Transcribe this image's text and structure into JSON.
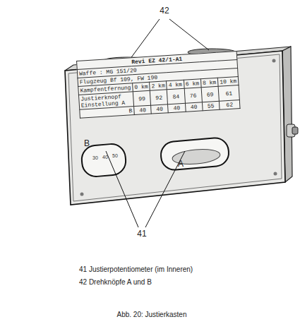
{
  "diagram": {
    "caption": "Abb. 20: Justierkasten",
    "labels": [
      "42",
      "Revi EZ 42/1-A1",
      "Waffe : MG 151/20",
      "Flugzeug Bf 109, FW 190",
      "Kampfentfernung",
      "0 km",
      "2 km",
      "4 km",
      "6 km",
      "8 km",
      "10 km",
      "Justierknopf",
      "Einstellung A",
      "99",
      "92",
      "84",
      "76",
      "69",
      "61",
      "B",
      "40",
      "40",
      "40",
      "40",
      "55",
      "62",
      "B",
      "30",
      "40",
      "50",
      "A",
      "41",
      "41 Justierpotentiometer (im Inneren)",
      "42 Drehknöpfe A und B"
    ]
  }
}
